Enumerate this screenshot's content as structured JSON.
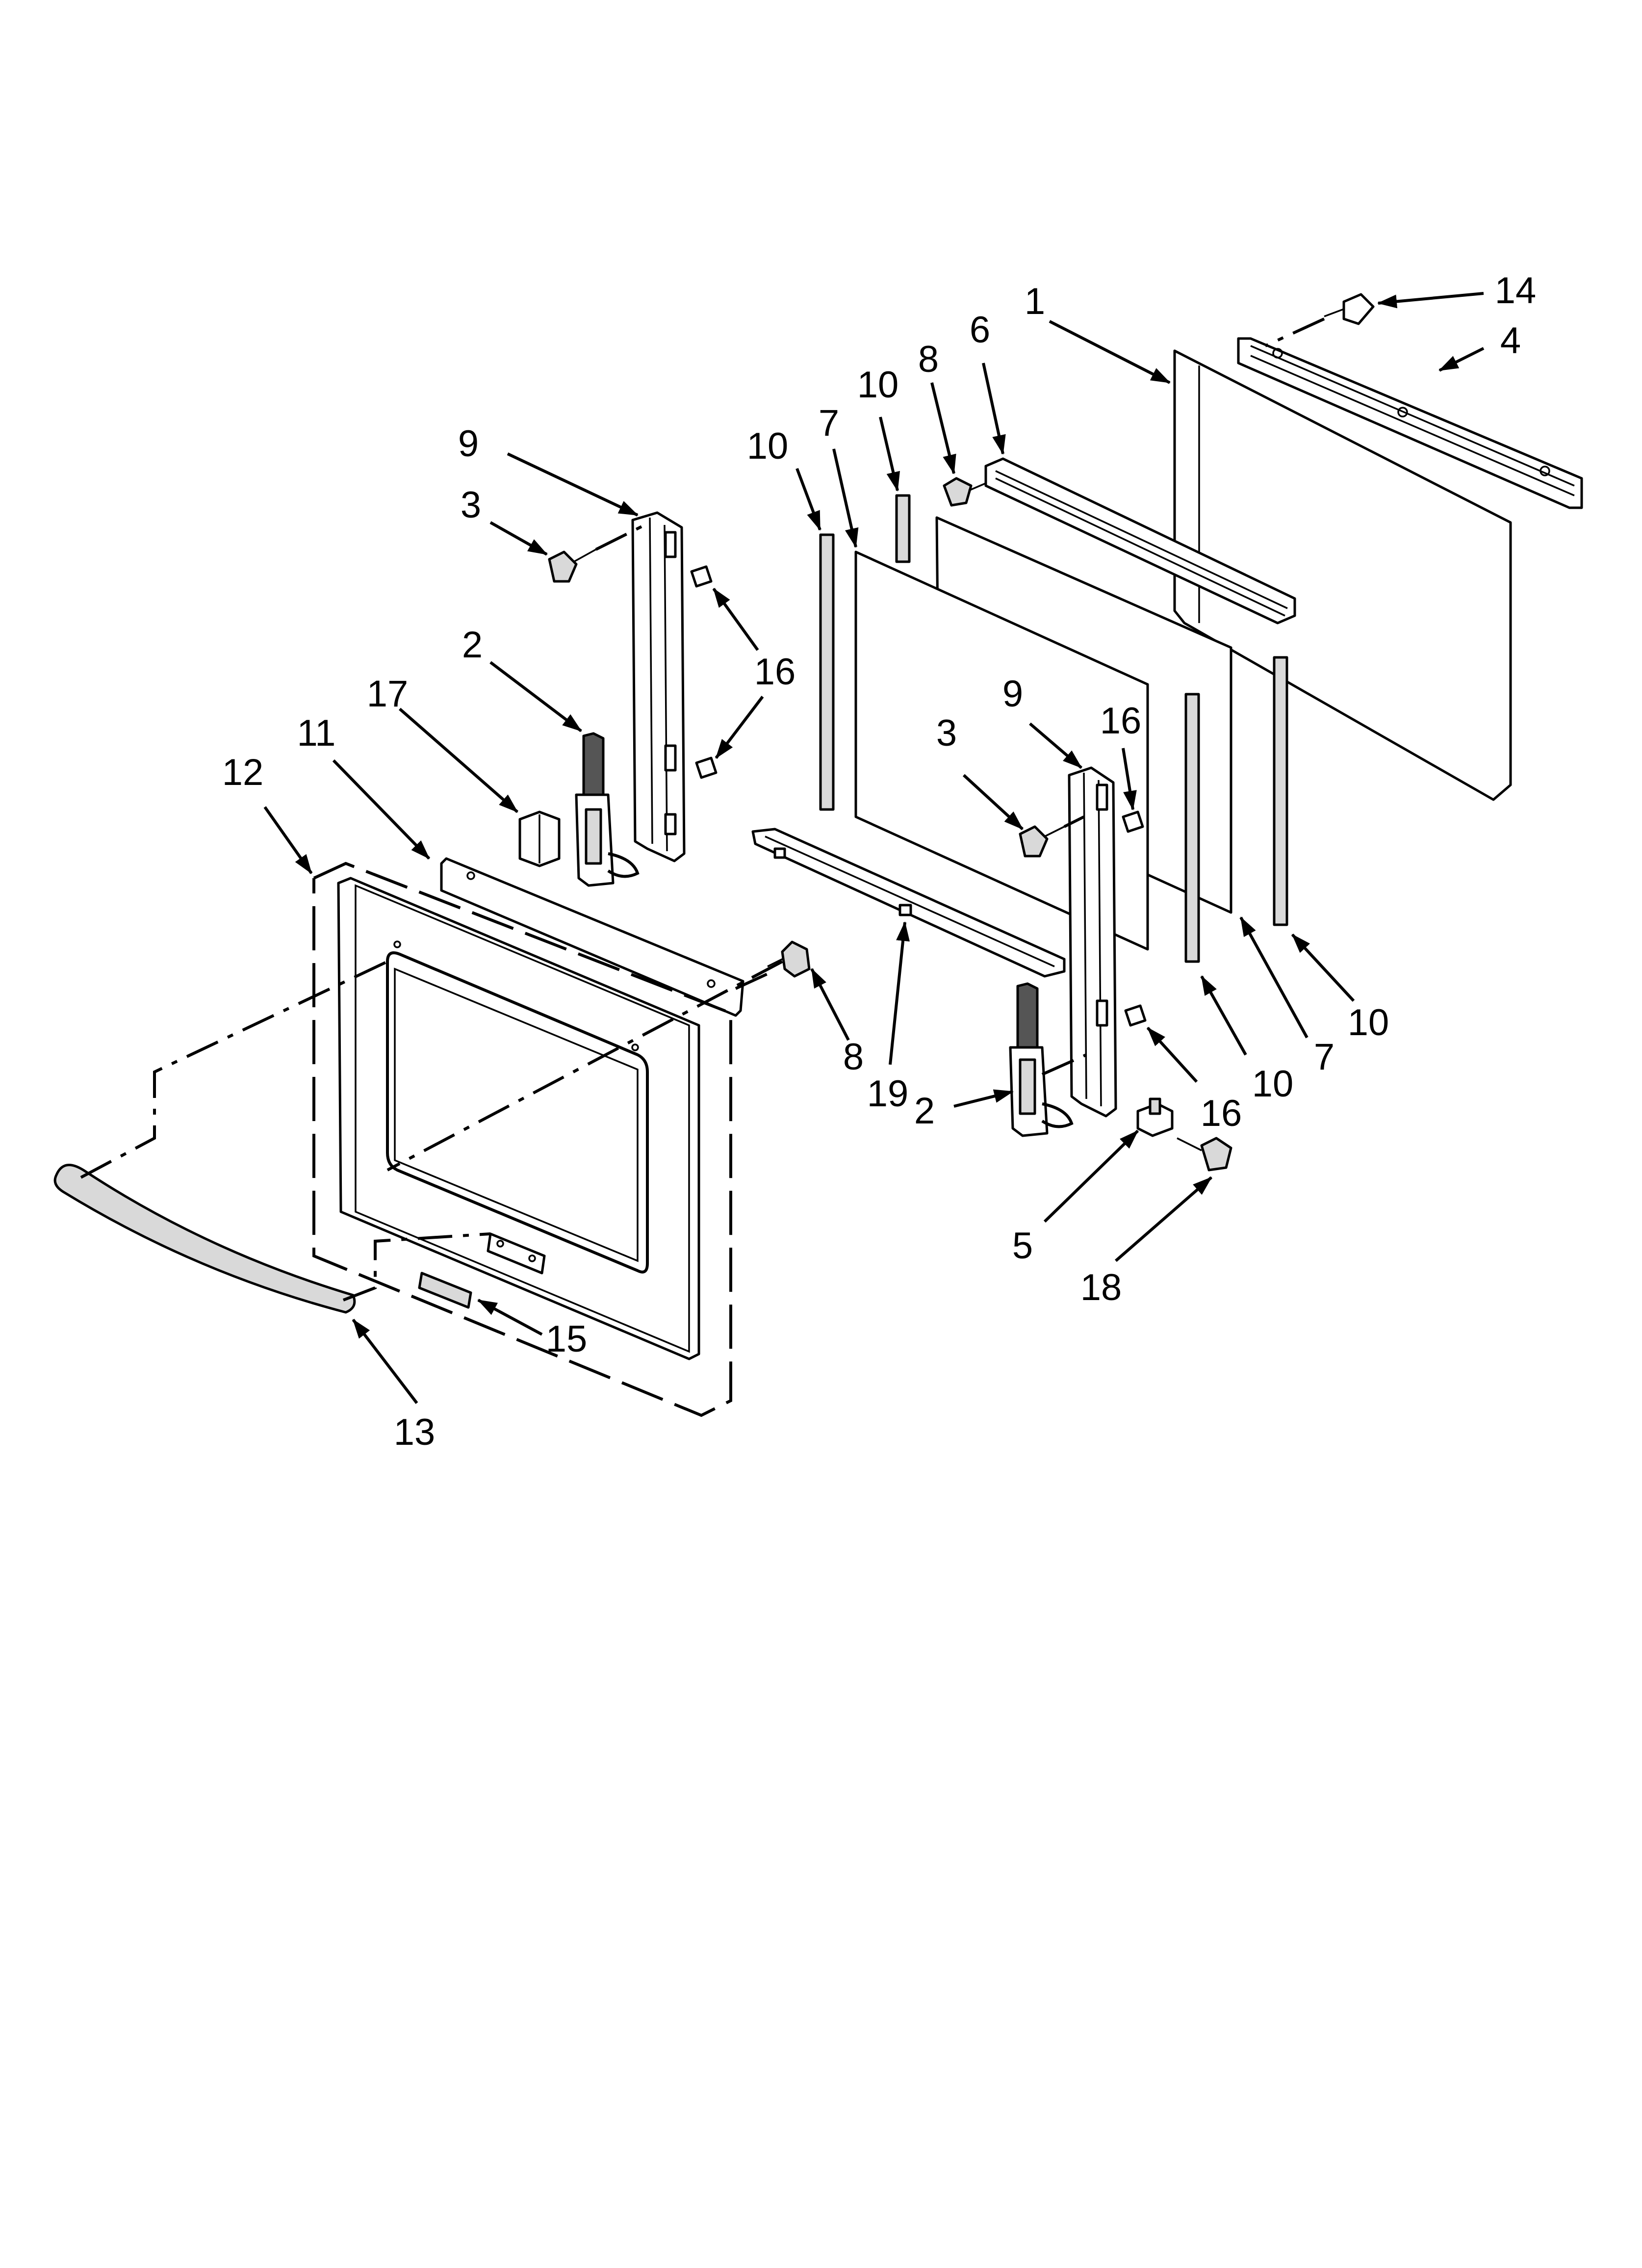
{
  "callouts": [
    {
      "id": "c1",
      "label": "1"
    },
    {
      "id": "c14",
      "label": "14"
    },
    {
      "id": "c4",
      "label": "4"
    },
    {
      "id": "c8a",
      "label": "8"
    },
    {
      "id": "c6",
      "label": "6"
    },
    {
      "id": "c10a",
      "label": "10"
    },
    {
      "id": "c10b",
      "label": "10"
    },
    {
      "id": "c7a",
      "label": "7"
    },
    {
      "id": "c9a",
      "label": "9"
    },
    {
      "id": "c3a",
      "label": "3"
    },
    {
      "id": "c2a",
      "label": "2"
    },
    {
      "id": "c16a",
      "label": "16"
    },
    {
      "id": "c17",
      "label": "17"
    },
    {
      "id": "c11",
      "label": "11"
    },
    {
      "id": "c12",
      "label": "12"
    },
    {
      "id": "c9b",
      "label": "9"
    },
    {
      "id": "c16b",
      "label": "16"
    },
    {
      "id": "c3b",
      "label": "3"
    },
    {
      "id": "c8b",
      "label": "8"
    },
    {
      "id": "c19",
      "label": "19"
    },
    {
      "id": "c10c",
      "label": "10"
    },
    {
      "id": "c7b",
      "label": "7"
    },
    {
      "id": "c10d",
      "label": "10"
    },
    {
      "id": "c16c",
      "label": "16"
    },
    {
      "id": "c2b",
      "label": "2"
    },
    {
      "id": "c5",
      "label": "5"
    },
    {
      "id": "c18",
      "label": "18"
    },
    {
      "id": "c15",
      "label": "15"
    },
    {
      "id": "c13",
      "label": "13"
    }
  ]
}
